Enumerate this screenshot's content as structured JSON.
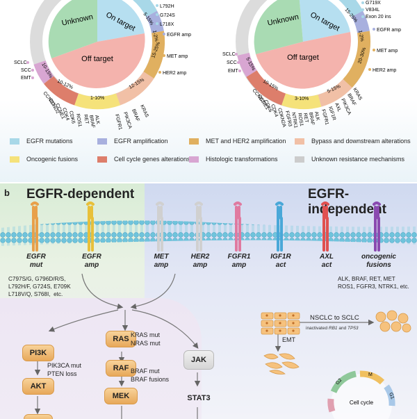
{
  "colors": {
    "egfr_mutations": "#a8d8e8",
    "egfr_amplification": "#a8b0de",
    "met_her2": "#e0b060",
    "bypass": "#f1c0a6",
    "oncogenic_fusions": "#f5e27a",
    "cell_cycle": "#dd7e6b",
    "histologic": "#d8a6d2",
    "unknown": "#cccccc",
    "inner_unknown": "#a9dbb3",
    "inner_on_target": "#b6dff0",
    "inner_off_target": "#f4b3ad",
    "membrane": "#6fc4dc",
    "node_orange": "#eab06a",
    "node_gray": "#d9d9d9"
  },
  "panel_a": {
    "donut_left": {
      "inner": {
        "unknown": "Unknown",
        "on_target": "On target",
        "off_target": "Off target"
      },
      "segment_labels": [
        "5-15%",
        "1-2%",
        "15-25%",
        "12-15%",
        "1-10%",
        "10-12%",
        "10-15%"
      ],
      "outer_labels": {
        "on_target": [
          "L792H",
          "G724S",
          "L718X",
          "EGFR amp"
        ],
        "amp": [
          "MET amp",
          "HER2 amp"
        ],
        "bypass": [
          "KRAS",
          "BRAF",
          "PIK3CA",
          "FGFR1"
        ],
        "fusion": [
          "ALK",
          "BRAF",
          "RET"
        ],
        "cell_cycle": [
          "ROS1",
          "CDK6",
          "CDK4",
          "CCNE1",
          "CCND2",
          "CCND1"
        ],
        "histologic": [
          "EMT",
          "SCC",
          "SCLC"
        ]
      }
    },
    "donut_right": {
      "inner": {
        "unknown": "Unknown",
        "on_target": "On target",
        "off_target": "Off target"
      },
      "segment_labels": [
        "15-25%",
        "1-2%",
        "20-30%",
        "5-15%",
        "3-10%",
        "10-15%",
        "5-15%"
      ],
      "outer_labels": {
        "on_target": [
          "G719X",
          "V834L",
          "Exon 20 ins",
          "EGFR amp"
        ],
        "amp": [
          "MET amp",
          "HER2 amp"
        ],
        "bypass": [
          "KRAS",
          "BRAF",
          "PIK3CA",
          "AXL",
          "IGF1R",
          "FGFR1"
        ],
        "fusion": [
          "ALK",
          "BRAF",
          "RET",
          "ROS1",
          "NTRK1",
          "FGFR3"
        ],
        "cell_cycle": [
          "CDKN2A",
          "CDK4",
          "CDK6",
          "CCNE1",
          "CCND1"
        ],
        "histologic": [
          "EMT",
          "SCC",
          "SCLC"
        ]
      }
    },
    "legend": [
      {
        "label": "EGFR mutations",
        "color": "#a8d8e8"
      },
      {
        "label": "EGFR amplification",
        "color": "#a8b0de"
      },
      {
        "label": "MET and HER2 amplification",
        "color": "#e0b060"
      },
      {
        "label": "Bypass and downstream alterations",
        "color": "#f1c0a6"
      },
      {
        "label": "Oncogenic fusions",
        "color": "#f5e27a"
      },
      {
        "label": "Cell cycle genes alterations",
        "color": "#dd7e6b"
      },
      {
        "label": "Histologic transformations",
        "color": "#d8a6d2"
      },
      {
        "label": "Unknown resistance mechanisms",
        "color": "#cccccc"
      }
    ]
  },
  "panel_b": {
    "letter": "b",
    "left_title": "EGFR-dependent",
    "right_title": "EGFR-independent",
    "receptors": [
      {
        "label": "EGFR\nmut",
        "color": "#e8a04a"
      },
      {
        "label": "EGFR\namp",
        "color": "#e8c03a"
      },
      {
        "label": "MET\namp",
        "color": "#d8d8d8"
      },
      {
        "label": "HER2\namp",
        "color": "#d8d8d8"
      },
      {
        "label": "FGFR1\namp",
        "color": "#e07aa0"
      },
      {
        "label": "IGF1R\nact",
        "color": "#4aa8d8"
      },
      {
        "label": "AXL\nact",
        "color": "#e05050"
      },
      {
        "label": "oncogenic\nfusions",
        "color": "#8a4ab0"
      }
    ],
    "egfr_mutations_text": "C797S/G, G796D/R/S,\nL792H/F, G724S, E709K\nL718V/Q, S768I,  etc.",
    "fusions_text": "ALK, BRAF, RET, MET\nROS1, FGFR3, NTRK1, etc.",
    "nodes": {
      "pi3k": "PI3K",
      "akt": "AKT",
      "ras": "RAS",
      "raf": "RAF",
      "mek": "MEK",
      "jak": "JAK",
      "stat3": "STAT3"
    },
    "notes": {
      "pi3k": "PIK3CA mut\nPTEN loss",
      "ras": "KRAS mut\nNRAS mut",
      "raf": "BRAF mut\nBRAF fusions"
    },
    "transformation": {
      "label": "NSCLC to SCLC",
      "sub_prefix": "inactivated ",
      "gene1": "RB1",
      "and": " and ",
      "gene2": "TP53",
      "emt": "EMT"
    },
    "cell_cycle": {
      "label": "Cell cycle",
      "phases": [
        "G2",
        "M",
        "G1"
      ]
    }
  }
}
